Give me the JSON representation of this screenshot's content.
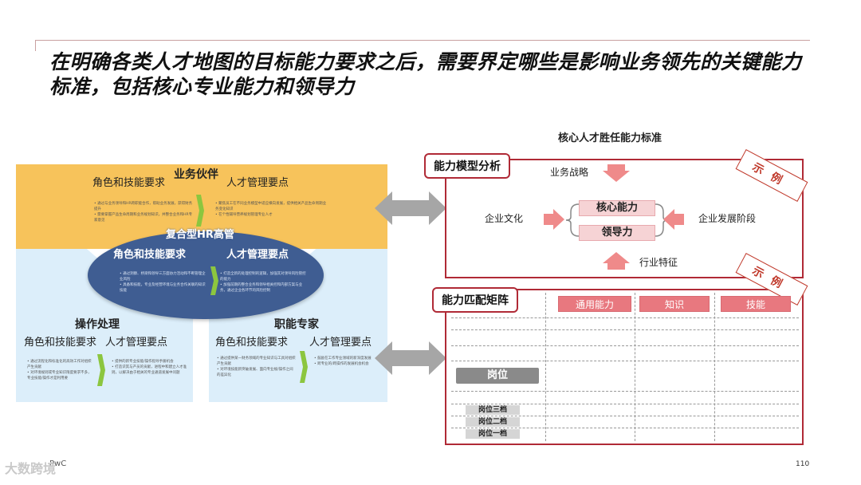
{
  "title": "在明确各类人才地图的目标能力要求之后，需要界定哪些是影响业务领先的关键能力标准，包括核心专业能力和领导力",
  "left_diagram": {
    "top": {
      "name": "业务伙伴",
      "col1": "角色和技能要求",
      "col2": "人才管理要点",
      "text1": "• 通过与业务领导和HR跨职能合作，帮助业务发展，获得财务提升\n• 需要掌握产品生命周期和业务规划知识，并整合业务和HR专家意见",
      "text2": "• 聚焦员工在不同业务模型中适应横向发展，提供相关产品生命周期业务变化知识\n• 在个性辅导营养规划管理专业人才"
    },
    "center": {
      "name": "复合型HR高管",
      "col1": "角色和技能要求",
      "col2": "人才管理要点",
      "text1": "• 通过洞察、桥梁和领导三方面协力活动和不断管理企业风险\n• 具备和技能，专业及经营环境与业务合作关联的知识技能",
      "text2": "• 打造全新的处理控制的逻辑，加强其对领导风险管控的能力\n• 加强前期的整合业务和领导相关控和内部方案与业务，通过企业各环节的风险控制"
    },
    "bottom_left": {
      "name": "操作处理",
      "col1": "角色和技能要求",
      "col2": "人才管理要点",
      "text1": "• 通过流程化和标准化的高效工作对组织产生贡献\n• 对环境规则或专业知识限度要求不多，专业技能/操作才是利用要",
      "text2": "• 提供的新专业技能/操作指导手册机会\n• 打造识其与产员的贡献，进程中和建立人才准则，以解决由于相关的专业通道发展中问题"
    },
    "bottom_right": {
      "name": "职能专家",
      "col1": "角色和技能要求",
      "col2": "人才管理要点",
      "text1": "• 通过提供某一财务领域的专业知识与工具对组织产生贡献\n• 对环境技能新突破发展、面向专业规/操作之间的差异化",
      "text2": "• 鼓励在工作专业领域的新深度发展\n• 跨专业的/跨操作的发展机会机会"
    }
  },
  "right_top": {
    "heading": "核心人才胜任能力标准",
    "tag": "能力模型分析",
    "stamp": "示例",
    "top_label": "业务战略",
    "left_label": "企业文化",
    "right_label": "企业发展阶段",
    "bottom_label": "行业特征",
    "core": "核心能力",
    "leader": "领导力"
  },
  "right_bottom": {
    "tag": "能力匹配矩阵",
    "stamp": "示例",
    "headers": [
      "通用能力",
      "知识",
      "技能"
    ],
    "row_label": "岗位",
    "levels": [
      "岗位三档",
      "岗位二档",
      "岗位一档"
    ]
  },
  "footer": {
    "brand": "PwC",
    "watermark": "大数跨境",
    "page": "110"
  },
  "colors": {
    "accent_red": "#b02a36",
    "orange": "#f7c35b",
    "light_blue": "#dceefa",
    "navy": "#3f5d92",
    "pink_header": "#e8787f"
  }
}
